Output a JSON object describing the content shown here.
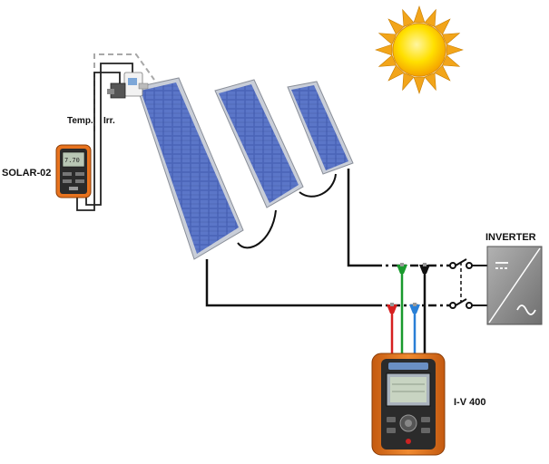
{
  "labels": {
    "solar_meter": "SOLAR-02",
    "temp": "Temp.",
    "irr": "Irr.",
    "inverter": "INVERTER",
    "tester": "I-V 400",
    "solar_meter_reading": "7.70"
  },
  "colors": {
    "panel_blue": "#4a64b8",
    "panel_frame": "#c9ced8",
    "sun_rays": "#f2a51a",
    "sun_core": "#ffe000",
    "tester_orange": "#e8731e",
    "probe_red": "#d62020",
    "probe_green": "#1a9a2e",
    "probe_blue": "#2a7fd6",
    "probe_black": "#111111",
    "inverter_grey": "#8e8e8e"
  }
}
